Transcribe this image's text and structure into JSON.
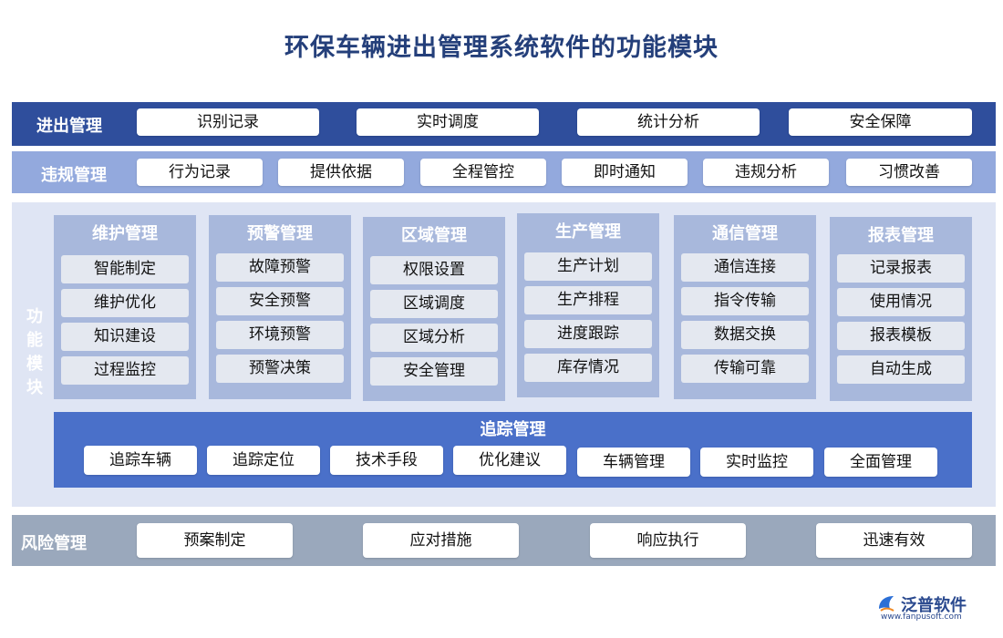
{
  "title": "环保车辆进出管理系统软件的功能模块",
  "colors": {
    "dark_band": "#2f4e9c",
    "light_band": "#93a9dd",
    "panel": "#dfe5f4",
    "column": "#a8b8dc",
    "tracking": "#4a70c9",
    "risk": "#9aa8bc"
  },
  "in_out": {
    "label": "进出管理",
    "items": [
      "识别记录",
      "实时调度",
      "统计分析",
      "安全保障"
    ]
  },
  "violation": {
    "label": "违规管理",
    "items": [
      "行为记录",
      "提供依据",
      "全程管控",
      "即时通知",
      "违规分析",
      "习惯改善"
    ]
  },
  "function_modules": {
    "label": "功能模块",
    "columns": [
      {
        "title": "维护管理",
        "items": [
          "智能制定",
          "维护优化",
          "知识建设",
          "过程监控"
        ]
      },
      {
        "title": "预警管理",
        "items": [
          "故障预警",
          "安全预警",
          "环境预警",
          "预警决策"
        ]
      },
      {
        "title": "区域管理",
        "items": [
          "权限设置",
          "区域调度",
          "区域分析",
          "安全管理"
        ]
      },
      {
        "title": "生产管理",
        "items": [
          "生产计划",
          "生产排程",
          "进度跟踪",
          "库存情况"
        ]
      },
      {
        "title": "通信管理",
        "items": [
          "通信连接",
          "指令传输",
          "数据交换",
          "传输可靠"
        ]
      },
      {
        "title": "报表管理",
        "items": [
          "记录报表",
          "使用情况",
          "报表模板",
          "自动生成"
        ]
      }
    ],
    "tracking": {
      "title": "追踪管理",
      "items": [
        "追踪车辆",
        "追踪定位",
        "技术手段",
        "优化建议",
        "车辆管理",
        "实时监控",
        "全面管理"
      ]
    }
  },
  "risk": {
    "label": "风险管理",
    "items": [
      "预案制定",
      "应对措施",
      "响应执行",
      "迅速有效"
    ]
  },
  "logo": {
    "name": "泛普软件",
    "url": "www.fanpusoft.com"
  }
}
